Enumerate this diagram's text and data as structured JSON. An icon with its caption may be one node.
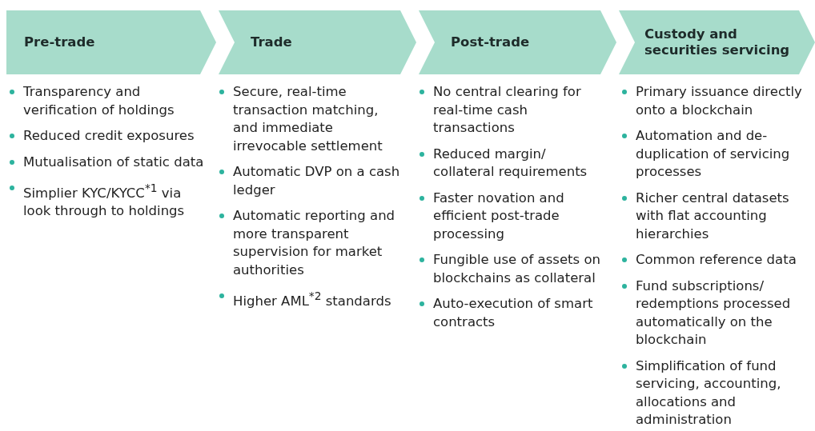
{
  "diagram": {
    "nodes": [
      {
        "text": [
          "Pre-trade"
        ],
        "beside": [
          "Transparency and verification of holdings",
          "Reduced credit exposures",
          "Mutualisation of static data",
          "Simplier KYC/KYCC$^{*1}$ via look through to holdings"
        ]
      },
      {
        "text": [
          "Trade"
        ],
        "beside": [
          "Secure, real-time transaction matching, and immediate irrevocable settlement",
          "Automatic DVP on a cash ledger",
          "Automatic reporting and more transparent supervision for market authorities",
          "Higher AML$^{*2}$ standards"
        ]
      },
      {
        "text": [
          "Post-trade"
        ],
        "beside": [
          "No central clearing for real-time cash transactions",
          "Reduced margin/ collateral requirements",
          "Faster novation and efficient post-trade processing",
          "Fungible use of assets on blockchains as collateral",
          "Auto-execution of smart contracts"
        ]
      },
      {
        "text": [
          "Custody and securities servicing"
        ],
        "beside": [
          "Primary issuance directly onto a blockchain",
          "Automation and de-duplication of servicing processes",
          "Richer central datasets with flat accounting hierarchies",
          "Common reference data",
          "Fund subscriptions/ redemptions processed automatically on the blockchain",
          "Simplification of fund servicing, accounting, allocations and administration"
        ]
      }
    ]
  }
}
